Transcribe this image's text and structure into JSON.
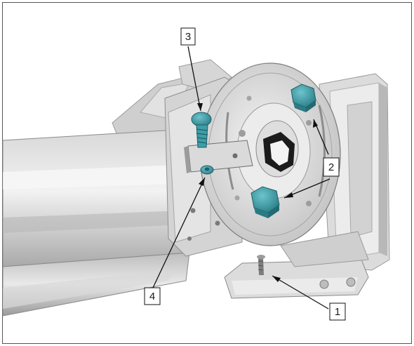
{
  "figure": {
    "callouts": [
      {
        "id": "callout-1",
        "label": "1"
      },
      {
        "id": "callout-2",
        "label": "2"
      },
      {
        "id": "callout-3",
        "label": "3"
      },
      {
        "id": "callout-4",
        "label": "4"
      }
    ],
    "colors": {
      "metal_light": "#e6e6e6",
      "metal_mid": "#c9c9c9",
      "metal_dark": "#8e8e8e",
      "highlight_fastener": "#3e9ea8",
      "outline": "#333333"
    }
  }
}
